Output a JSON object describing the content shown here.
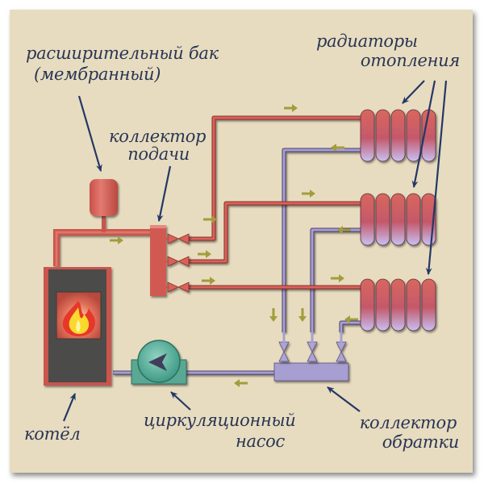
{
  "diagram": {
    "title": "Схема коллекторного отопления",
    "colors": {
      "background": "#e7dcbf",
      "supply_pipe": "#c9544e",
      "return_pipe": "#9d92c8",
      "flow_arrow": "#a39c3c",
      "label_arrow": "#243766",
      "label_text": "#2a3555",
      "boiler_body": "#4a4a48",
      "pump": "#5fb39e"
    },
    "labels": {
      "expansion_tank": {
        "line1": "расширительный бак",
        "line2": "(мембранный)"
      },
      "supply_manifold": {
        "line1": "коллектор",
        "line2": "подачи"
      },
      "radiators": {
        "line1": "радиаторы",
        "line2": "отопления"
      },
      "boiler": {
        "line1": "котёл"
      },
      "pump": {
        "line1": "циркуляционный",
        "line2": "насос"
      },
      "return_manifold": {
        "line1": "коллектор",
        "line2": "обратки"
      }
    },
    "components": {
      "radiator_count": 3,
      "radiator_sections": 5,
      "supply_valves": 3,
      "return_valves": 3
    }
  }
}
